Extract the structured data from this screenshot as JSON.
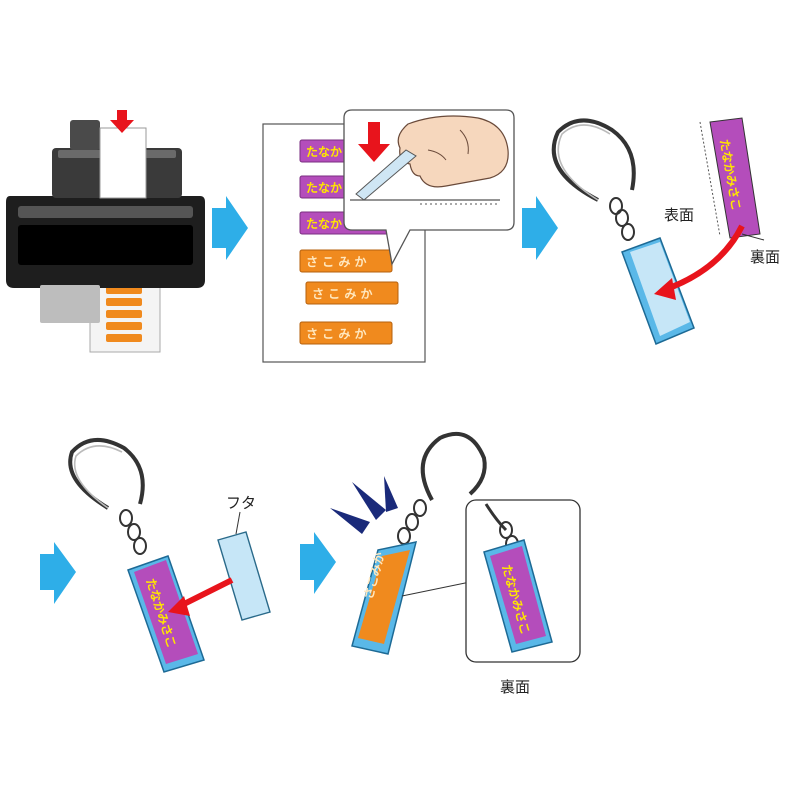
{
  "steps": [
    {
      "id": 1,
      "name": "print"
    },
    {
      "id": 2,
      "name": "cut-out"
    },
    {
      "id": 3,
      "name": "insert-sheet"
    },
    {
      "id": 4,
      "name": "attach-lid"
    },
    {
      "id": 5,
      "name": "done"
    }
  ],
  "labels": {
    "front": "表面",
    "back": "裏面",
    "lid": "フタ",
    "back_result": "裏面"
  },
  "name_tag_text": "たなかみさこ",
  "colors": {
    "arrow_blue": "#2eaee8",
    "arrow_red": "#e8141c",
    "tag_purple": "#b44dbb",
    "tag_orange": "#f08a1e",
    "acrylic_blue": "#5ab8e8",
    "acrylic_light": "#c6e6f7",
    "printer_black": "#1e1e1e"
  }
}
